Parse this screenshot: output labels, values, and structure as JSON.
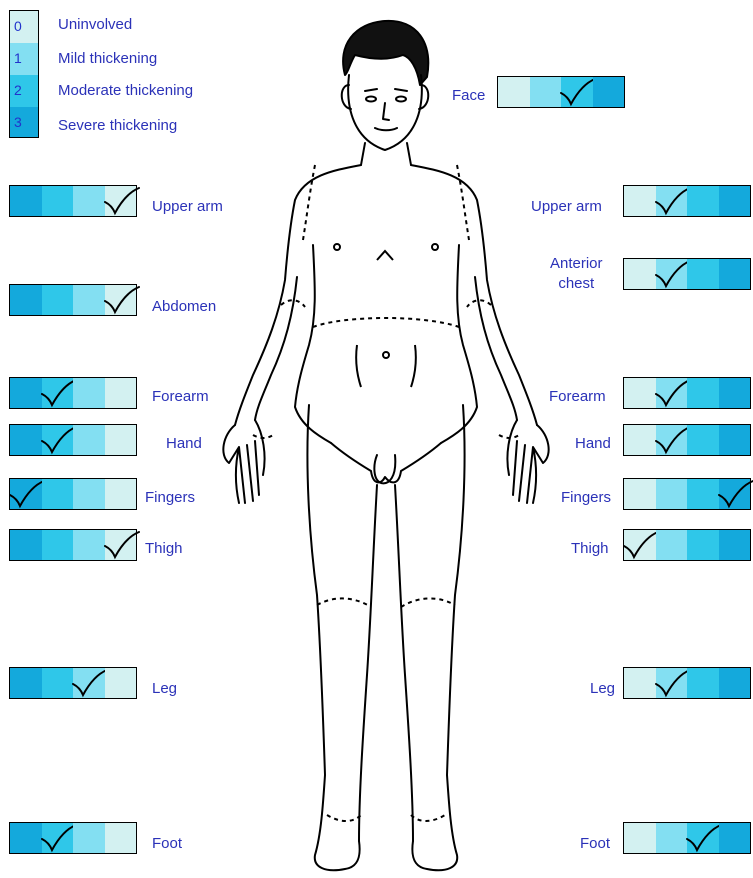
{
  "colors": {
    "0": "#d3f1f1",
    "1": "#83dff2",
    "2": "#2fc7e9",
    "3": "#14a9dc",
    "text": "#2b32b8"
  },
  "legend": [
    {
      "value": "0",
      "label": "Uninvolved"
    },
    {
      "value": "1",
      "label": "Mild thickening"
    },
    {
      "value": "2",
      "label": "Moderate thickening"
    },
    {
      "value": "3",
      "label": "Severe thickening"
    }
  ],
  "regions": {
    "face": {
      "label": "Face",
      "order": "ascending",
      "score": 2
    },
    "left_upper_arm": {
      "label": "Upper arm",
      "order": "descending",
      "score": 0
    },
    "right_upper_arm": {
      "label": "Upper arm",
      "order": "ascending",
      "score": 1
    },
    "anterior_chest": {
      "label": "Anterior chest",
      "label_line1": "Anterior",
      "label_line2": "chest",
      "order": "ascending",
      "score": 1
    },
    "abdomen": {
      "label": "Abdomen",
      "order": "descending",
      "score": 0
    },
    "left_forearm": {
      "label": "Forearm",
      "order": "descending",
      "score": 2
    },
    "right_forearm": {
      "label": "Forearm",
      "order": "ascending",
      "score": 1
    },
    "left_hand": {
      "label": "Hand",
      "order": "descending",
      "score": 2
    },
    "right_hand": {
      "label": "Hand",
      "order": "ascending",
      "score": 1
    },
    "left_fingers": {
      "label": "Fingers",
      "order": "descending",
      "score": 3
    },
    "right_fingers": {
      "label": "Fingers",
      "order": "ascending",
      "score": 3
    },
    "left_thigh": {
      "label": "Thigh",
      "order": "descending",
      "score": 0
    },
    "right_thigh": {
      "label": "Thigh",
      "order": "ascending",
      "score": 0
    },
    "left_leg": {
      "label": "Leg",
      "order": "descending",
      "score": 1
    },
    "right_leg": {
      "label": "Leg",
      "order": "ascending",
      "score": 1
    },
    "left_foot": {
      "label": "Foot",
      "order": "descending",
      "score": 2
    },
    "right_foot": {
      "label": "Foot",
      "order": "ascending",
      "score": 2
    }
  }
}
